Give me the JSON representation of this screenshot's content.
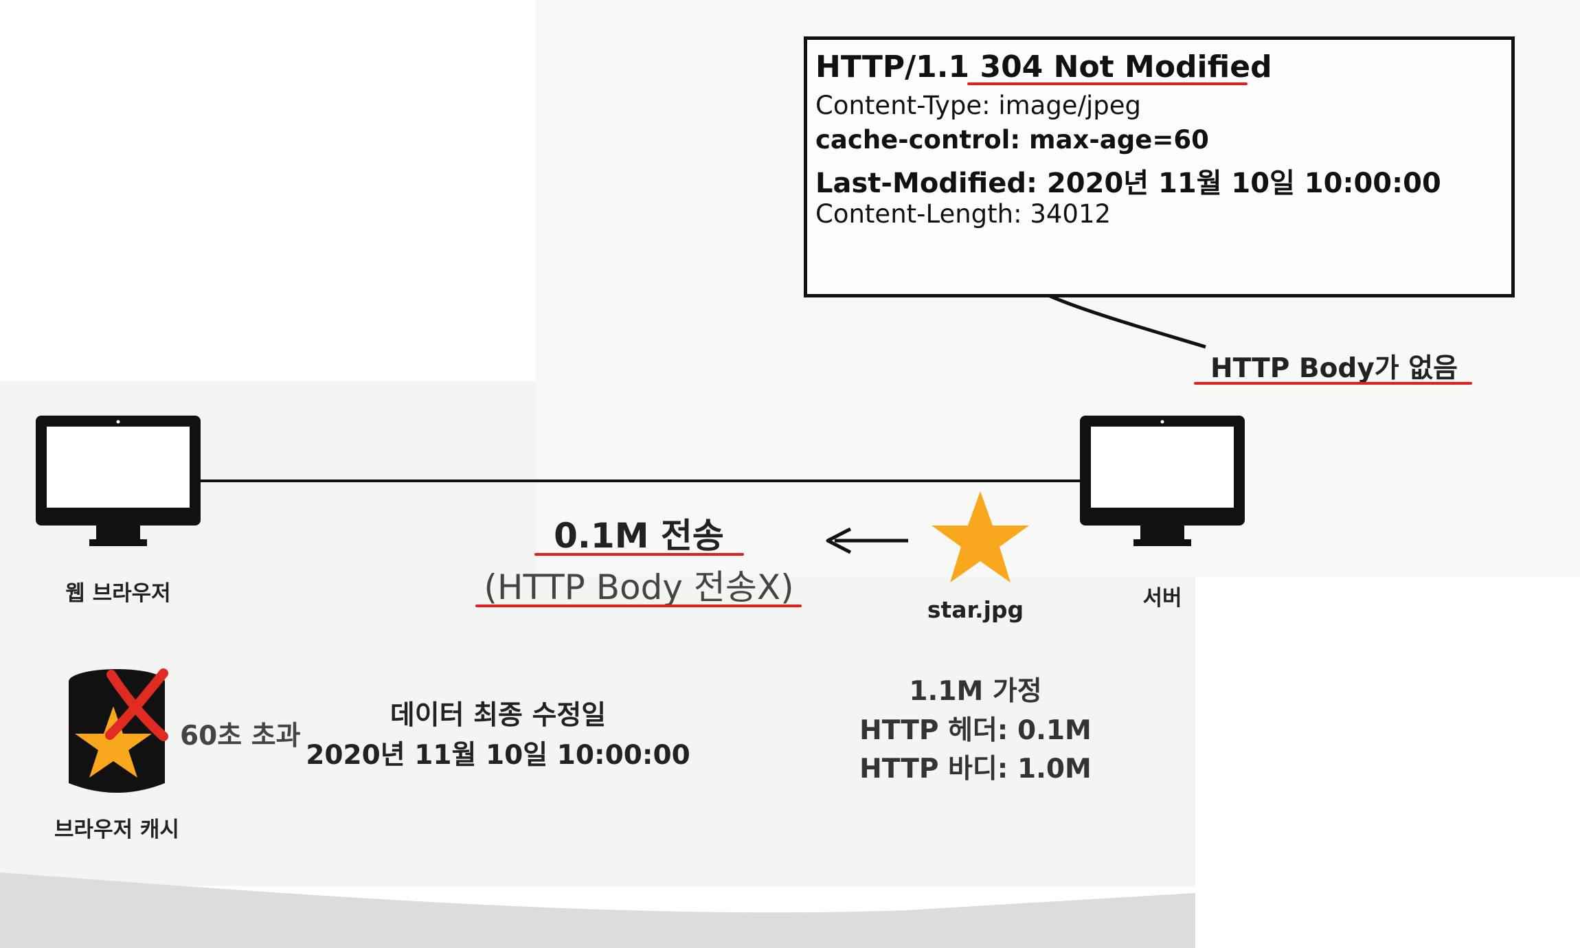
{
  "response": {
    "status_prefix": "HTTP/1.1 ",
    "status_code": "304",
    "status_text": " Not Modified",
    "content_type": "Content-Type: image/jpeg",
    "cache_control": "cache-control: max-age=60",
    "last_modified": "Last-Modified: 2020년 11월 10일 10:00:00",
    "content_length": "Content-Length: 34012"
  },
  "annotation": {
    "no_body": "HTTP Body가 없음"
  },
  "client": {
    "label": "웹 브라우저"
  },
  "server": {
    "label": "서버"
  },
  "transfer": {
    "size": "0.1M 전송",
    "note": "(HTTP Body 전송X)"
  },
  "file": {
    "name": "star.jpg"
  },
  "cache": {
    "label": "브라우저 캐시",
    "status": "60초 초과"
  },
  "last_modified_info": {
    "title": "데이터 최종 수정일",
    "date": "2020년 11월 10일 10:00:00"
  },
  "assumption": {
    "title": "1.1M 가정",
    "header": "HTTP 헤더: 0.1M",
    "body": "HTTP 바디: 1.0M"
  },
  "colors": {
    "star": "#F9A81E",
    "underline": "#E0201B",
    "cross": "#E02B22"
  }
}
